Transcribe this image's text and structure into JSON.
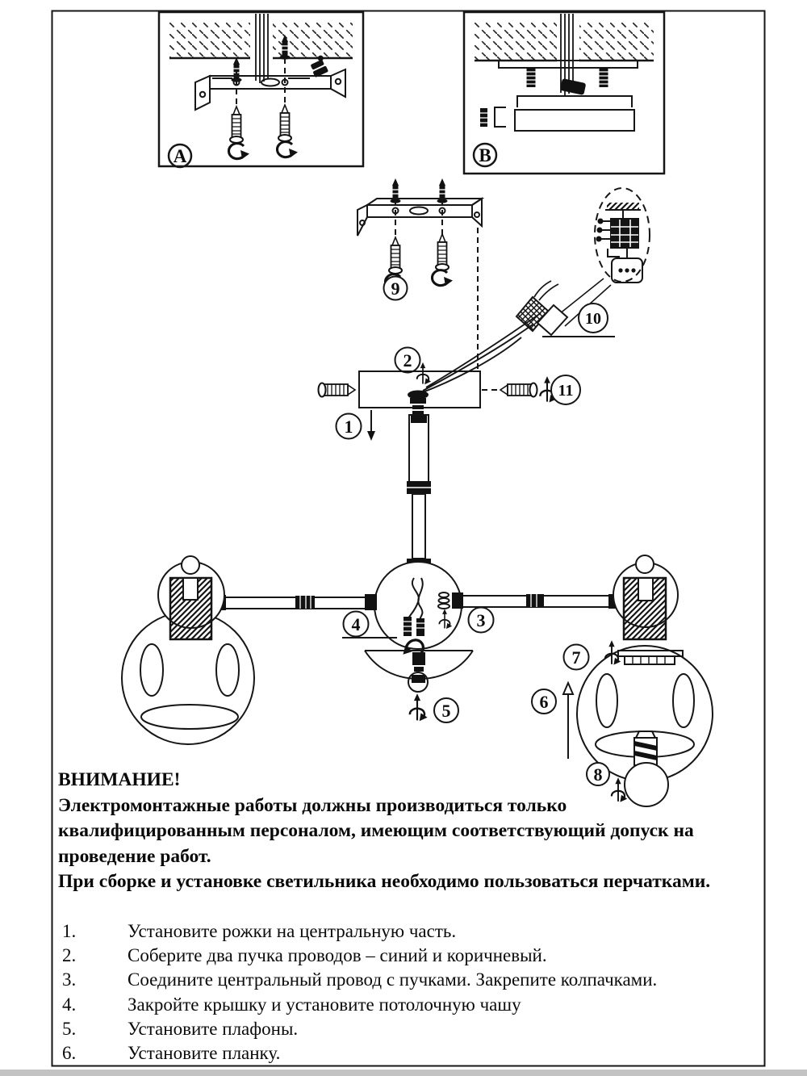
{
  "warning": {
    "title": "ВНИМАНИЕ!",
    "line1": "Электромонтажные работы должны производиться только",
    "line2": "квалифицированным персоналом, имеющим соответствующий допуск на",
    "line3": "проведение работ.",
    "line4": "При сборке и установке светильника необходимо пользоваться перчатками."
  },
  "instructions": {
    "items": [
      {
        "num": "1.",
        "text": "Установите рожки на центральную часть."
      },
      {
        "num": "2.",
        "text": "Соберите два пучка проводов – синий и коричневый."
      },
      {
        "num": "3.",
        "text": "Соедините центральный провод с пучками. Закрепите колпачками."
      },
      {
        "num": "4.",
        "text": "Закройте крышку и установите потолочную чашу"
      },
      {
        "num": "5.",
        "text": "Установите плафоны."
      },
      {
        "num": "6.",
        "text": "Установите планку."
      }
    ]
  },
  "diagram_labels": {
    "a": "A",
    "b": "B"
  },
  "callouts": {
    "c1": "1",
    "c2": "2",
    "c3": "3",
    "c4": "4",
    "c5": "5",
    "c6": "6",
    "c7": "7",
    "c8": "8",
    "c9": "9",
    "c10": "10",
    "c11": "11"
  },
  "colors": {
    "ink": "#161616",
    "paper": "#ffffff",
    "edge_strip": "#c3c3c3"
  }
}
